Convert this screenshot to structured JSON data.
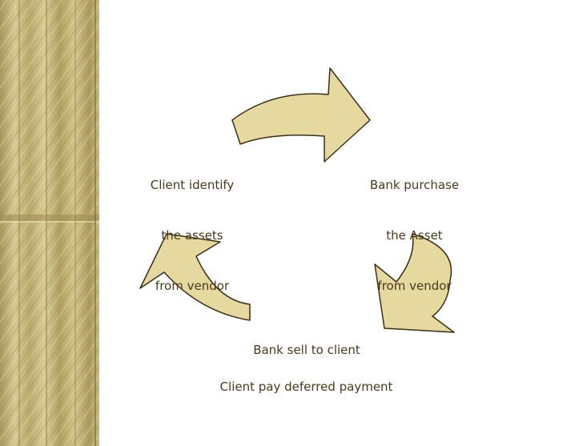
{
  "diagram": {
    "steps": [
      {
        "id": "client-identify",
        "lines": [
          "Client identify",
          "the assets",
          "from vendor"
        ]
      },
      {
        "id": "bank-purchase",
        "lines": [
          "Bank purchase",
          "the Asset",
          "from vendor"
        ]
      },
      {
        "id": "bank-sell",
        "lines": [
          "Bank sell to client"
        ]
      }
    ],
    "footer": "Client pay deferred payment"
  },
  "colors": {
    "arrow_fill": "#e6d9a0",
    "arrow_stroke": "#3b2e17",
    "text": "#4a3a1a",
    "stripe_base": "#c7b77c"
  }
}
